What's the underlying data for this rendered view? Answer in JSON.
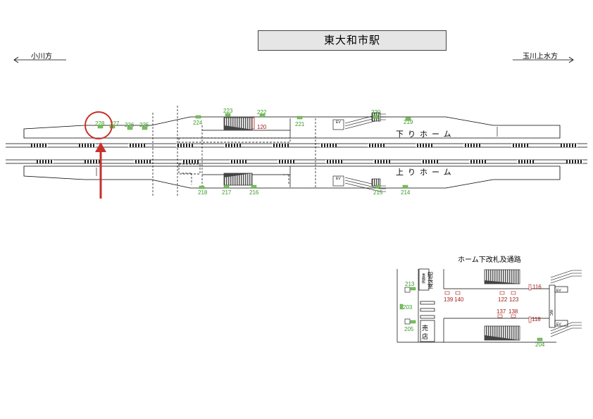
{
  "station_name": "東大和市駅",
  "directions": {
    "left": "小川方",
    "right": "玉川上水方"
  },
  "platforms": {
    "down": "下りホーム",
    "up": "上りホーム"
  },
  "ev_label": "EV",
  "wc_label": "WC",
  "concourse": {
    "title": "ホーム下改札及通路",
    "station_master": "駅長室",
    "office_small": "事務所",
    "shop": "売店"
  },
  "down_platform_cams": [
    "228",
    "227",
    "226",
    "225",
    "224",
    "223",
    "222",
    "120",
    "221",
    "220",
    "219"
  ],
  "up_platform_cams": [
    "218",
    "217",
    "216",
    "215",
    "214"
  ],
  "concourse_green_cams": [
    "213",
    "203",
    "205",
    "204"
  ],
  "concourse_red_cams": [
    "116",
    "139",
    "140",
    "122",
    "123",
    "137",
    "138",
    "118"
  ],
  "highlight": {
    "circle_color": "#c8312b",
    "arrow_color": "#c8312b"
  },
  "colors": {
    "camera_green": "#3a9a26",
    "camera_red": "#a3201c"
  }
}
